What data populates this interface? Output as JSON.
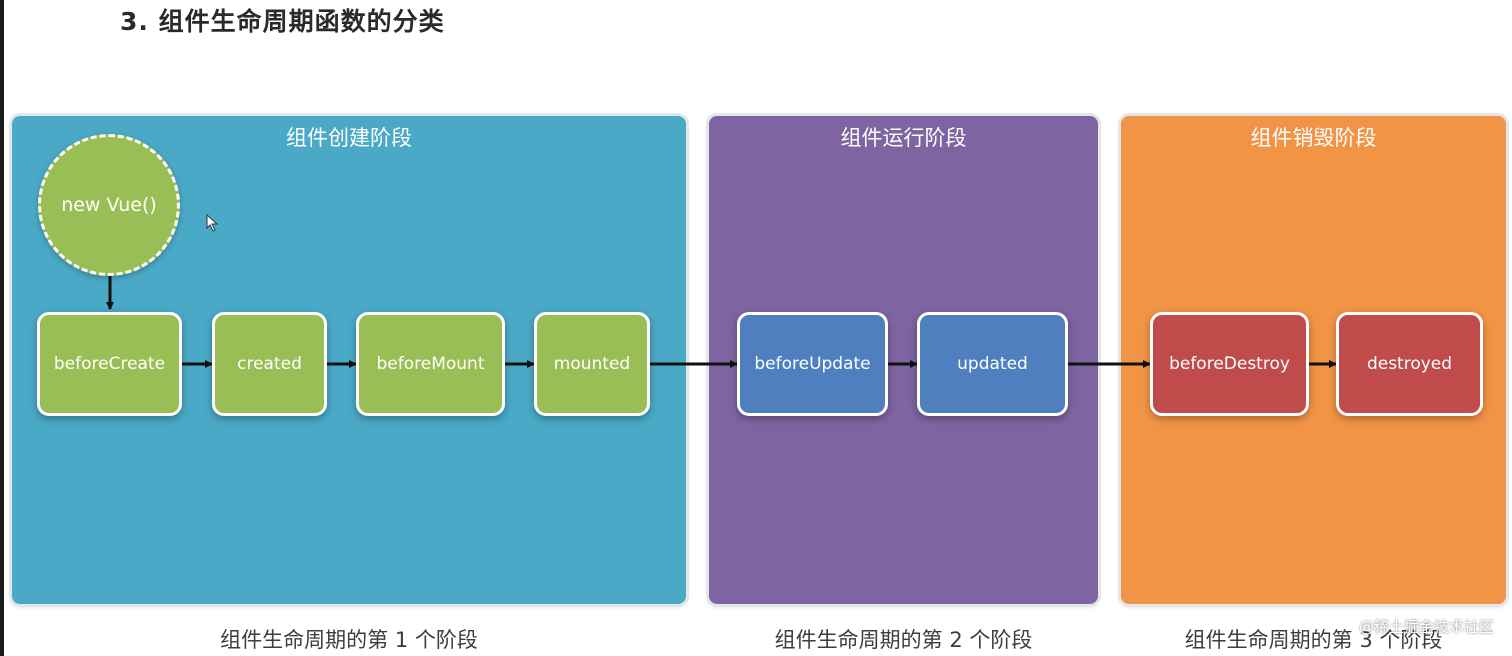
{
  "heading": "3. 组件生命周期函数的分类",
  "phases": [
    {
      "title": "组件创建阶段",
      "caption": "组件生命周期的第 1 个阶段",
      "color": "#4aa9c6"
    },
    {
      "title": "组件运行阶段",
      "caption": "组件生命周期的第 2 个阶段",
      "color": "#7e64a1"
    },
    {
      "title": "组件销毁阶段",
      "caption": "组件生命周期的第 3 个阶段",
      "color": "#f29446"
    }
  ],
  "start_node": "new Vue()",
  "nodes": [
    {
      "label": "beforeCreate",
      "color": "#99be55"
    },
    {
      "label": "created",
      "color": "#99be55"
    },
    {
      "label": "beforeMount",
      "color": "#99be55"
    },
    {
      "label": "mounted",
      "color": "#99be55"
    },
    {
      "label": "beforeUpdate",
      "color": "#4f7fbf"
    },
    {
      "label": "updated",
      "color": "#4f7fbf"
    },
    {
      "label": "beforeDestroy",
      "color": "#c04b4b"
    },
    {
      "label": "destroyed",
      "color": "#c04b4b"
    }
  ],
  "watermark": "@稀土掘金技术社区"
}
